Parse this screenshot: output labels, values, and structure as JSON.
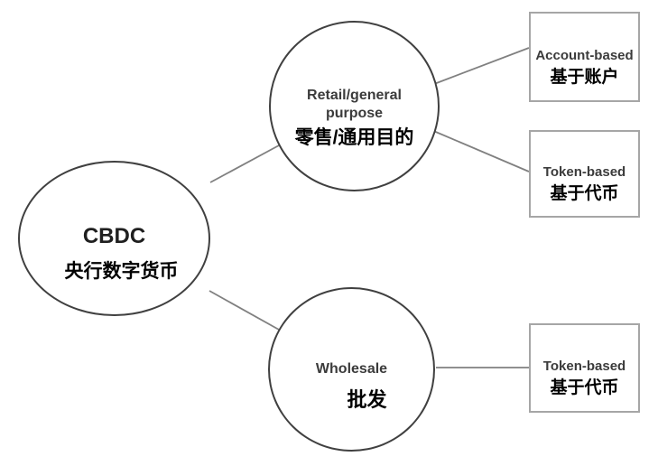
{
  "nodes": {
    "cbdc": {
      "en": "CBDC",
      "zh": "央行数字货币"
    },
    "retail": {
      "en_line1": "Retail/general",
      "en_line2": "purpose",
      "zh": "零售/通用目的"
    },
    "wholesale": {
      "en": "Wholesale",
      "zh": "批发"
    },
    "retail_account_based": {
      "en": "Account-based",
      "zh": "基于账户"
    },
    "retail_token_based": {
      "en": "Token-based",
      "zh": "基于代币"
    },
    "wholesale_token_based": {
      "en": "Token-based",
      "zh": "基于代币"
    }
  },
  "colors": {
    "background": "#ffffff",
    "circle_border": "#404040",
    "box_border": "#a6a6a6",
    "connector": "#808080",
    "text_en": "#3b3b3b",
    "text_zh": "#000000"
  }
}
